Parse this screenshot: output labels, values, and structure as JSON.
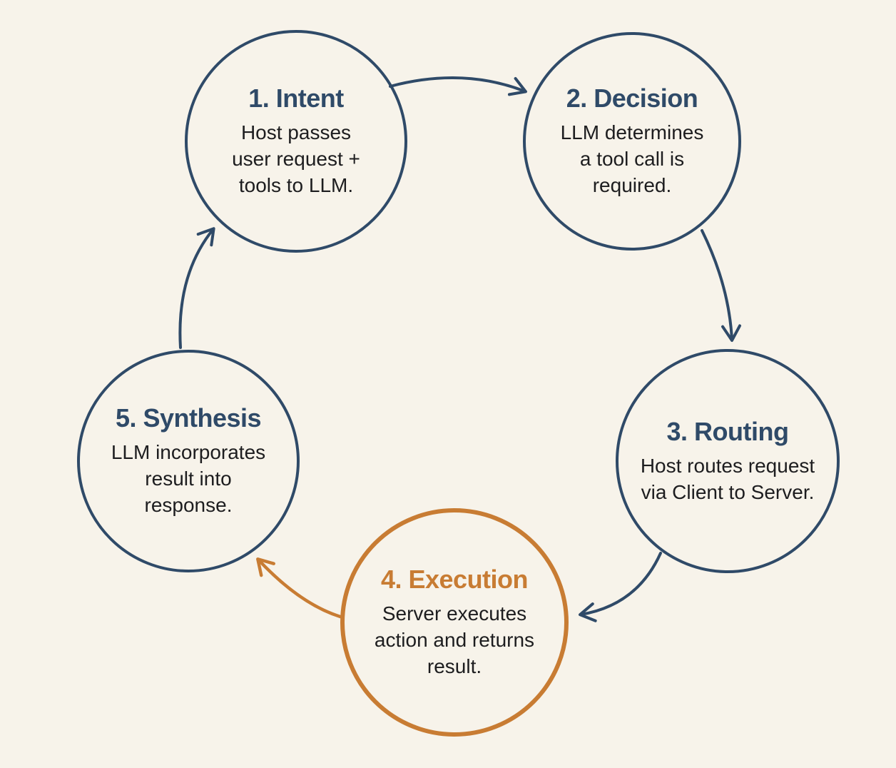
{
  "diagram": {
    "background_color": "#f7f3ea",
    "node_border_color": "#2f4a68",
    "highlight_color": "#c87c33",
    "body_text_color": "#1d1d1f",
    "nodes": [
      {
        "title": "1. Intent",
        "description": "Host passes user request + tools to LLM.",
        "highlighted": false
      },
      {
        "title": "2. Decision",
        "description": "LLM determines a tool call is required.",
        "highlighted": false
      },
      {
        "title": "3. Routing",
        "description": "Host routes request via Client to Server.",
        "highlighted": false
      },
      {
        "title": "4. Execution",
        "description": "Server executes action and returns result.",
        "highlighted": true
      },
      {
        "title": "5. Synthesis",
        "description": "LLM incorporates result into response.",
        "highlighted": false
      }
    ],
    "arrows": [
      {
        "from": "1. Intent",
        "to": "2. Decision",
        "color": "#2f4a68"
      },
      {
        "from": "2. Decision",
        "to": "3. Routing",
        "color": "#2f4a68"
      },
      {
        "from": "3. Routing",
        "to": "4. Execution",
        "color": "#2f4a68"
      },
      {
        "from": "4. Execution",
        "to": "5. Synthesis",
        "color": "#c87c33"
      },
      {
        "from": "5. Synthesis",
        "to": "1. Intent",
        "color": "#2f4a68"
      }
    ]
  }
}
